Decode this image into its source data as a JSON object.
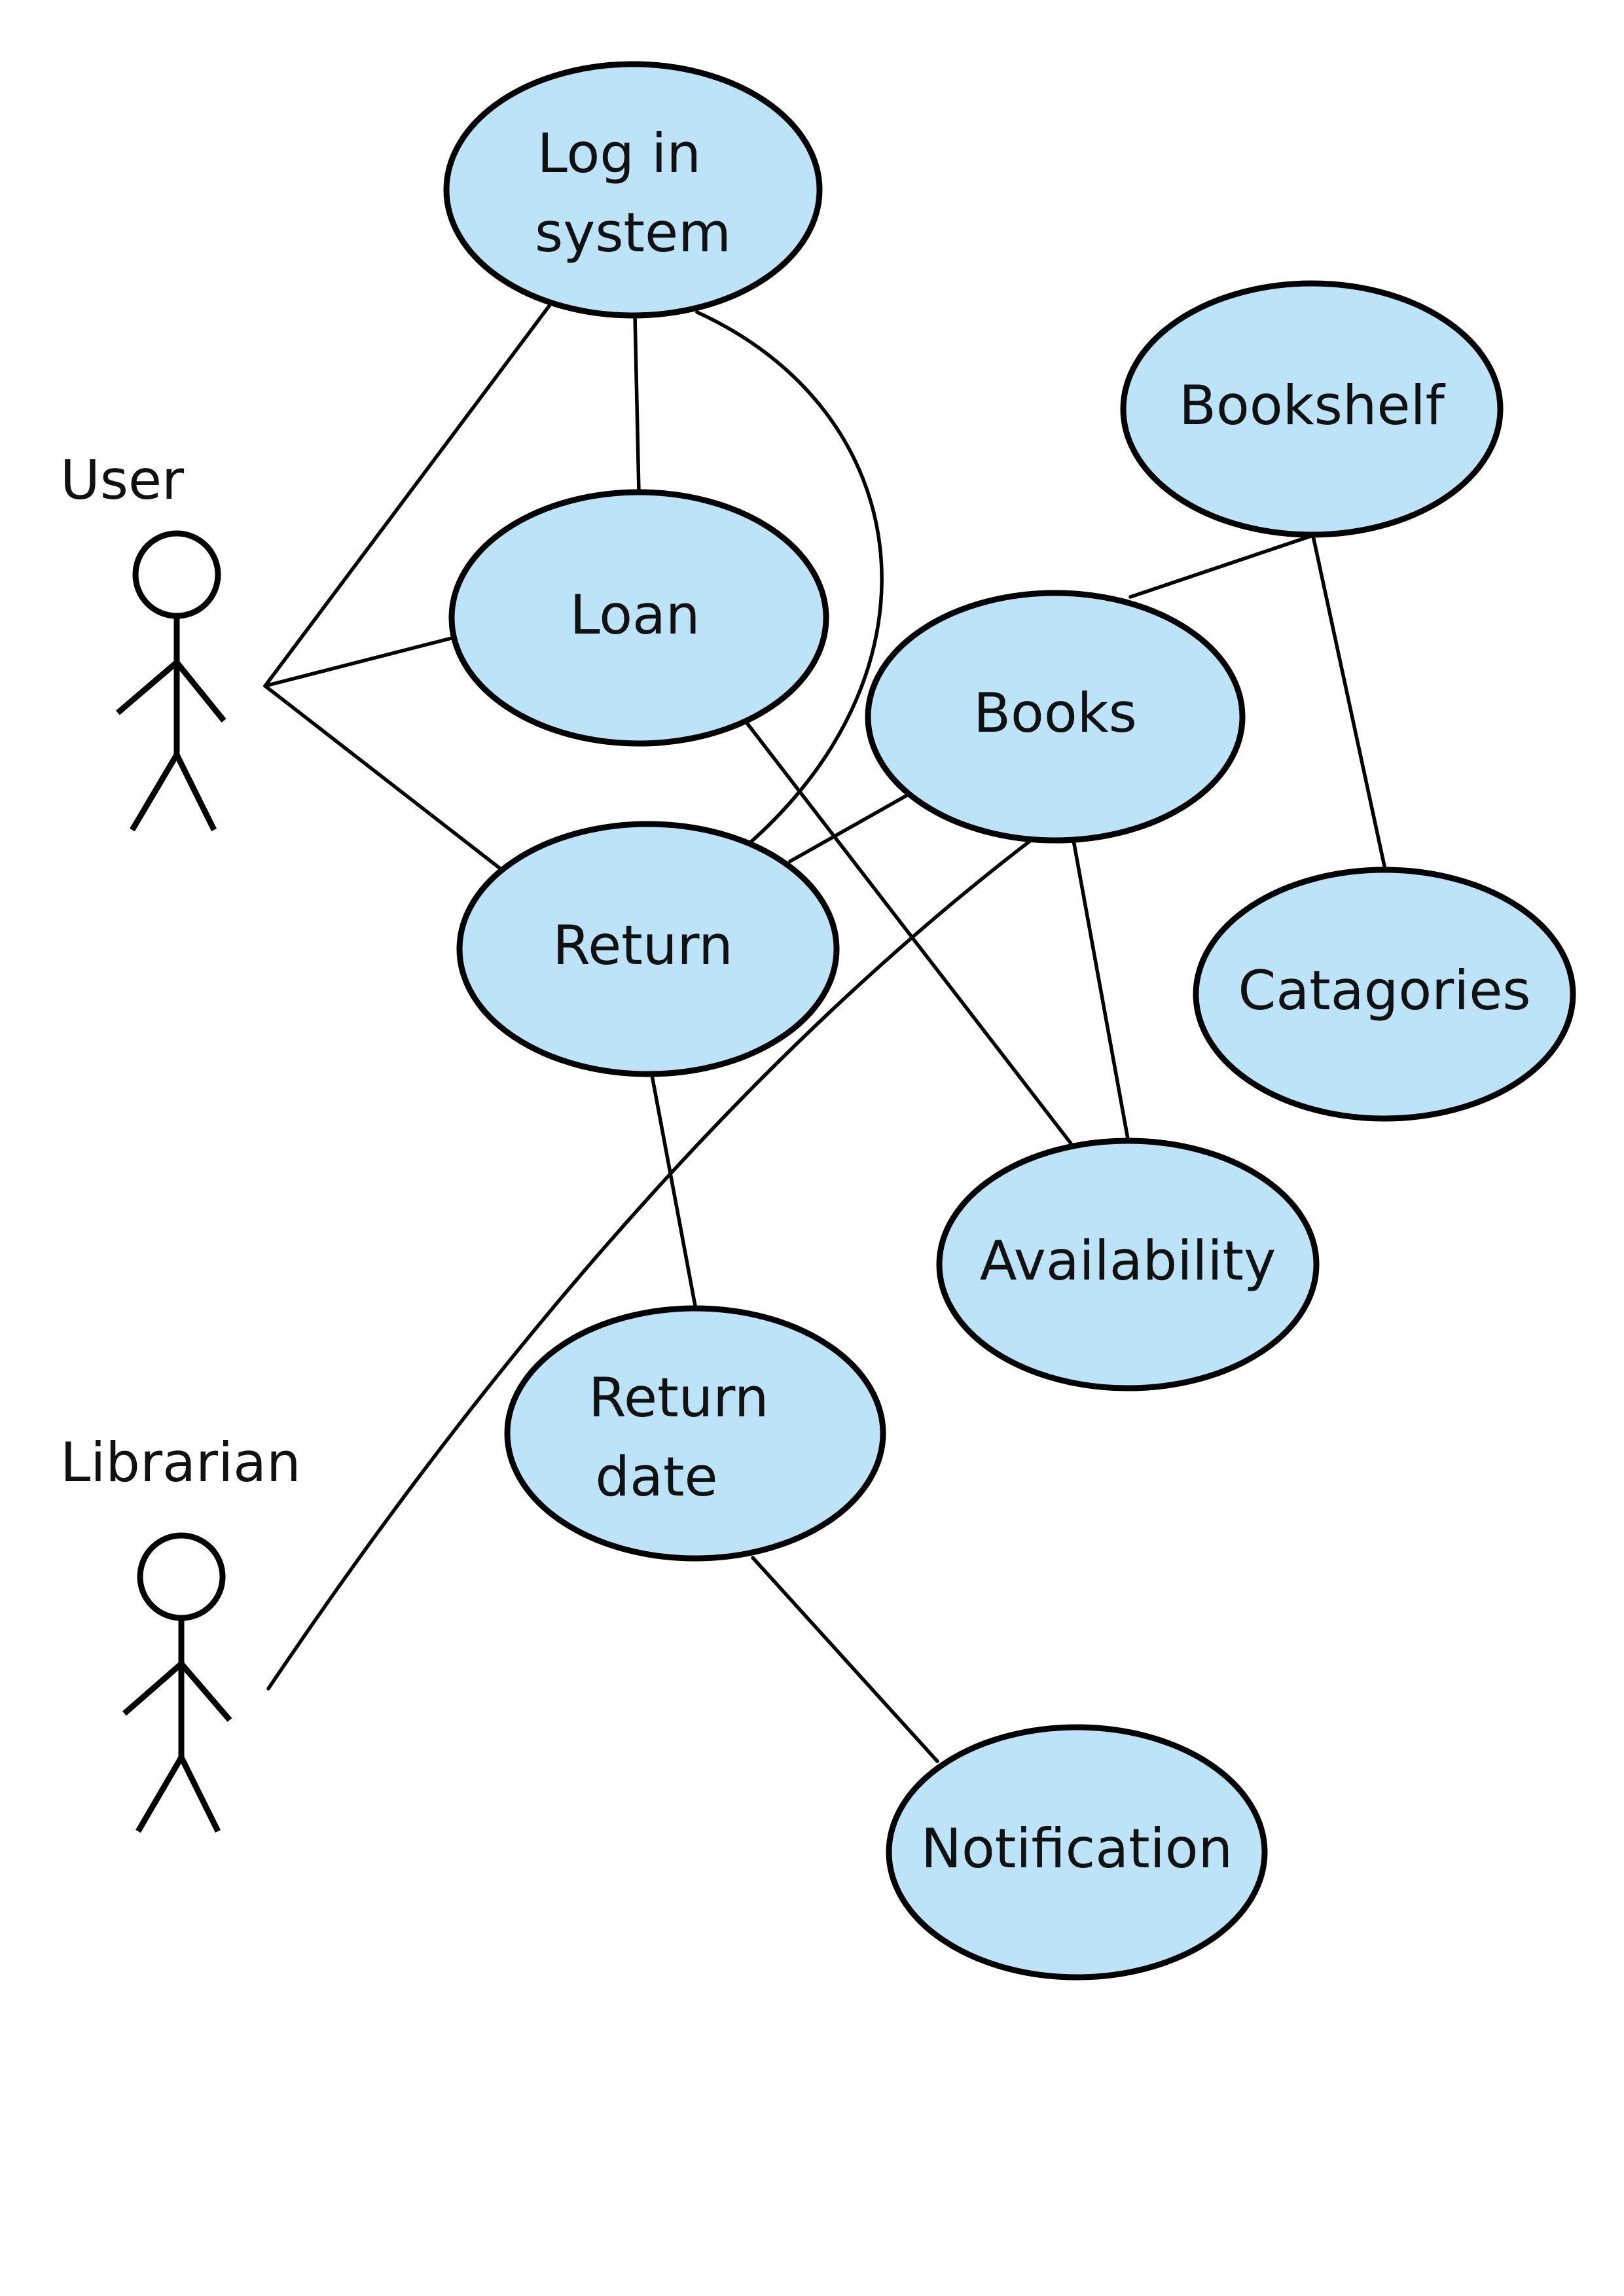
{
  "actors": {
    "user": {
      "label": "User"
    },
    "librarian": {
      "label": "Librarian"
    }
  },
  "use_cases": {
    "login": {
      "lines": [
        "Log in",
        "system"
      ]
    },
    "loan": {
      "lines": [
        "Loan"
      ]
    },
    "return": {
      "lines": [
        "Return"
      ]
    },
    "books": {
      "lines": [
        "Books"
      ]
    },
    "bookshelf": {
      "lines": [
        "Bookshelf"
      ]
    },
    "catagories": {
      "lines": [
        "Catagories"
      ]
    },
    "availability": {
      "lines": [
        "Availability"
      ]
    },
    "return_date": {
      "lines": [
        "Return",
        "date"
      ]
    },
    "notification": {
      "lines": [
        "Notification"
      ]
    }
  },
  "colors": {
    "use_case_fill": "#bde3f8",
    "stroke": "#000000"
  }
}
